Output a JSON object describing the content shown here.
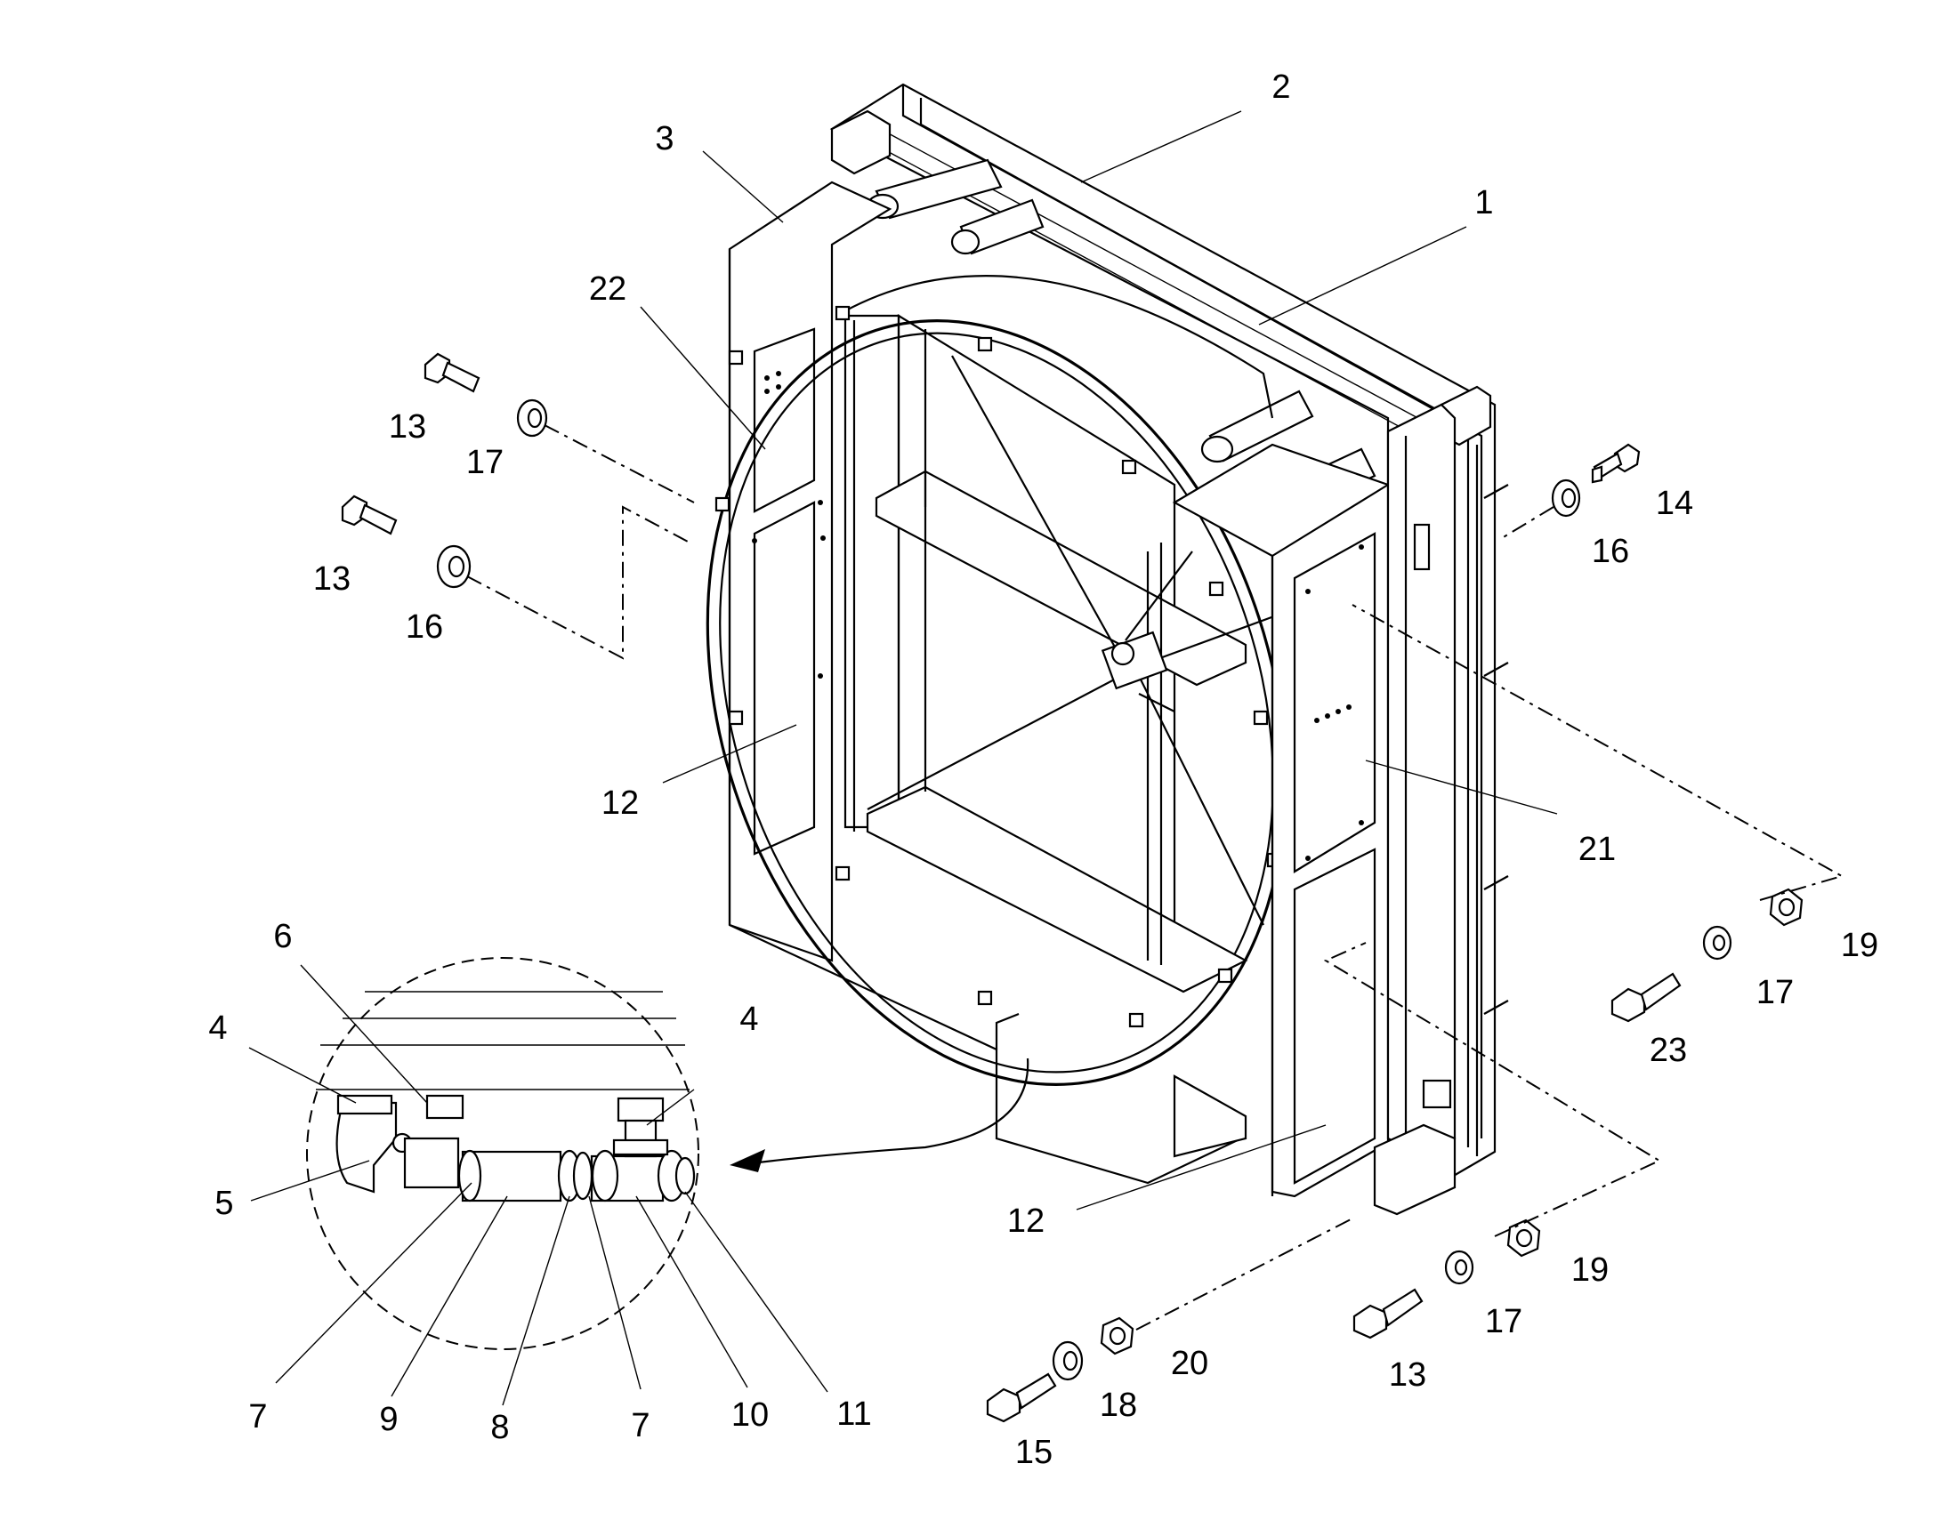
{
  "callouts": [
    {
      "id": "c1",
      "text": "1"
    },
    {
      "id": "c2",
      "text": "2"
    },
    {
      "id": "c3",
      "text": "3"
    },
    {
      "id": "c4a",
      "text": "4"
    },
    {
      "id": "c4b",
      "text": "4"
    },
    {
      "id": "c5",
      "text": "5"
    },
    {
      "id": "c6",
      "text": "6"
    },
    {
      "id": "c7a",
      "text": "7"
    },
    {
      "id": "c7b",
      "text": "7"
    },
    {
      "id": "c8",
      "text": "8"
    },
    {
      "id": "c9",
      "text": "9"
    },
    {
      "id": "c10",
      "text": "10"
    },
    {
      "id": "c11",
      "text": "11"
    },
    {
      "id": "c12a",
      "text": "12"
    },
    {
      "id": "c12b",
      "text": "12"
    },
    {
      "id": "c13a",
      "text": "13"
    },
    {
      "id": "c13b",
      "text": "13"
    },
    {
      "id": "c13c",
      "text": "13"
    },
    {
      "id": "c14",
      "text": "14"
    },
    {
      "id": "c15",
      "text": "15"
    },
    {
      "id": "c16a",
      "text": "16"
    },
    {
      "id": "c16b",
      "text": "16"
    },
    {
      "id": "c17a",
      "text": "17"
    },
    {
      "id": "c17b",
      "text": "17"
    },
    {
      "id": "c17c",
      "text": "17"
    },
    {
      "id": "c18",
      "text": "18"
    },
    {
      "id": "c19a",
      "text": "19"
    },
    {
      "id": "c19b",
      "text": "19"
    },
    {
      "id": "c20",
      "text": "20"
    },
    {
      "id": "c21",
      "text": "21"
    },
    {
      "id": "c22",
      "text": "22"
    },
    {
      "id": "c23",
      "text": "23"
    }
  ]
}
